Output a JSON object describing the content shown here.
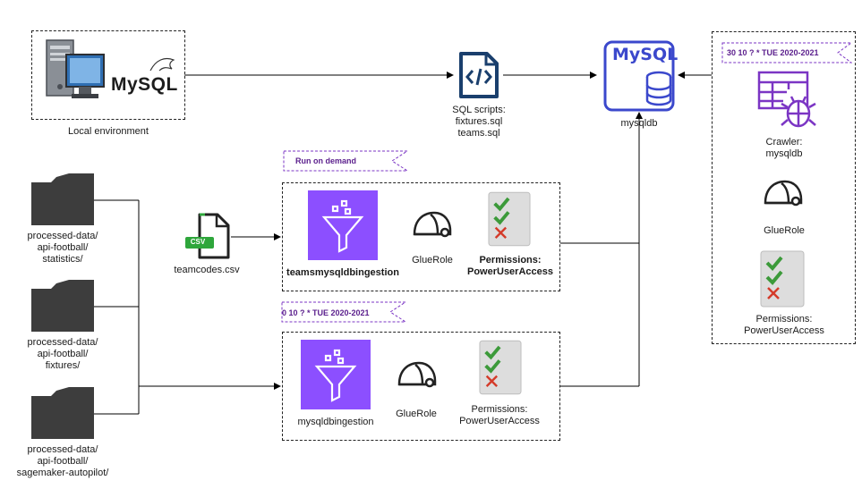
{
  "local": {
    "caption": "Local environment",
    "mysql_logo_text": "MySQL"
  },
  "sql_scripts": {
    "lines": [
      "SQL scripts:",
      "fixtures.sql",
      "teams.sql"
    ]
  },
  "mysqldb": {
    "logo_text": "MySQL",
    "caption": "mysqldb"
  },
  "crawler_panel": {
    "schedule": "30 10 ? * TUE 2020-2021",
    "crawler_lines": [
      "Crawler:",
      "mysqldb"
    ],
    "role": "GlueRole",
    "permissions_lines": [
      "Permissions:",
      "PowerUserAccess"
    ]
  },
  "folders": [
    {
      "lines": [
        "processed-data/",
        "api-football/",
        "statistics/"
      ]
    },
    {
      "lines": [
        "processed-data/",
        "api-football/",
        "fixtures/"
      ]
    },
    {
      "lines": [
        "processed-data/",
        "api-football/",
        "sagemaker-autopilot/"
      ]
    }
  ],
  "csv": {
    "badge": "CSV",
    "caption": "teamcodes.csv"
  },
  "job_on_demand": {
    "tag": "Run on demand",
    "name": "teamsmysqldbingestion",
    "role": "GlueRole",
    "permissions_lines": [
      "Permissions:",
      "PowerUserAccess"
    ]
  },
  "job_scheduled": {
    "tag": "0 10 ? * TUE 2020-2021",
    "name": "mysqldbingestion",
    "role": "GlueRole",
    "permissions_lines": [
      "Permissions:",
      "PowerUserAccess"
    ]
  },
  "colors": {
    "glue_purple": "#8c4fff",
    "sql_blue": "#1a3f6d",
    "mysql_outline": "#3b48cc",
    "crawler_purple": "#7b35c4",
    "check_green": "#3c9a3a",
    "cross_red": "#d43b2a",
    "folder_gray": "#3d3d3d"
  }
}
